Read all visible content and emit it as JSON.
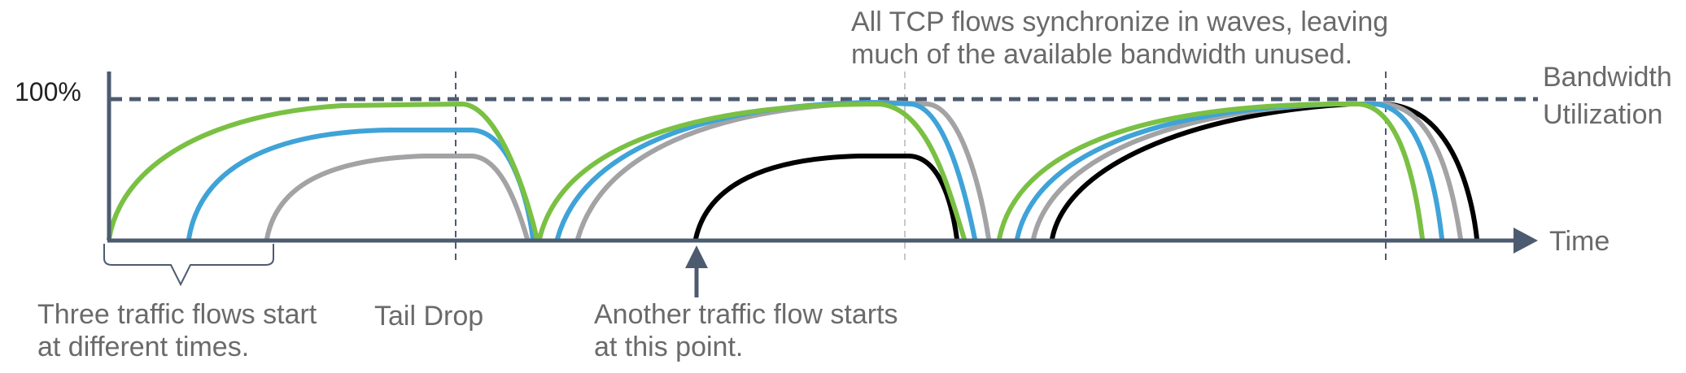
{
  "y_axis_label": "100%",
  "x_axis_label": "Time",
  "bandwidth_label": [
    "Bandwidth",
    "Utilization"
  ],
  "annotations": {
    "sync_note": [
      "All TCP flows synchronize in waves, leaving",
      "much of the available bandwidth unused."
    ],
    "three_flows_note": [
      "Three traffic flows start",
      "at different times."
    ],
    "tail_drop": "Tail Drop",
    "another_flow_note": [
      "Another traffic flow starts",
      "at this point."
    ]
  },
  "colors": {
    "flow_1": "#7ac043",
    "flow_2": "#3fa3d8",
    "flow_3": "#a3a3a6",
    "flow_4": "#000000",
    "axis": "#4d5b70",
    "text": "#6a6a6a"
  }
}
